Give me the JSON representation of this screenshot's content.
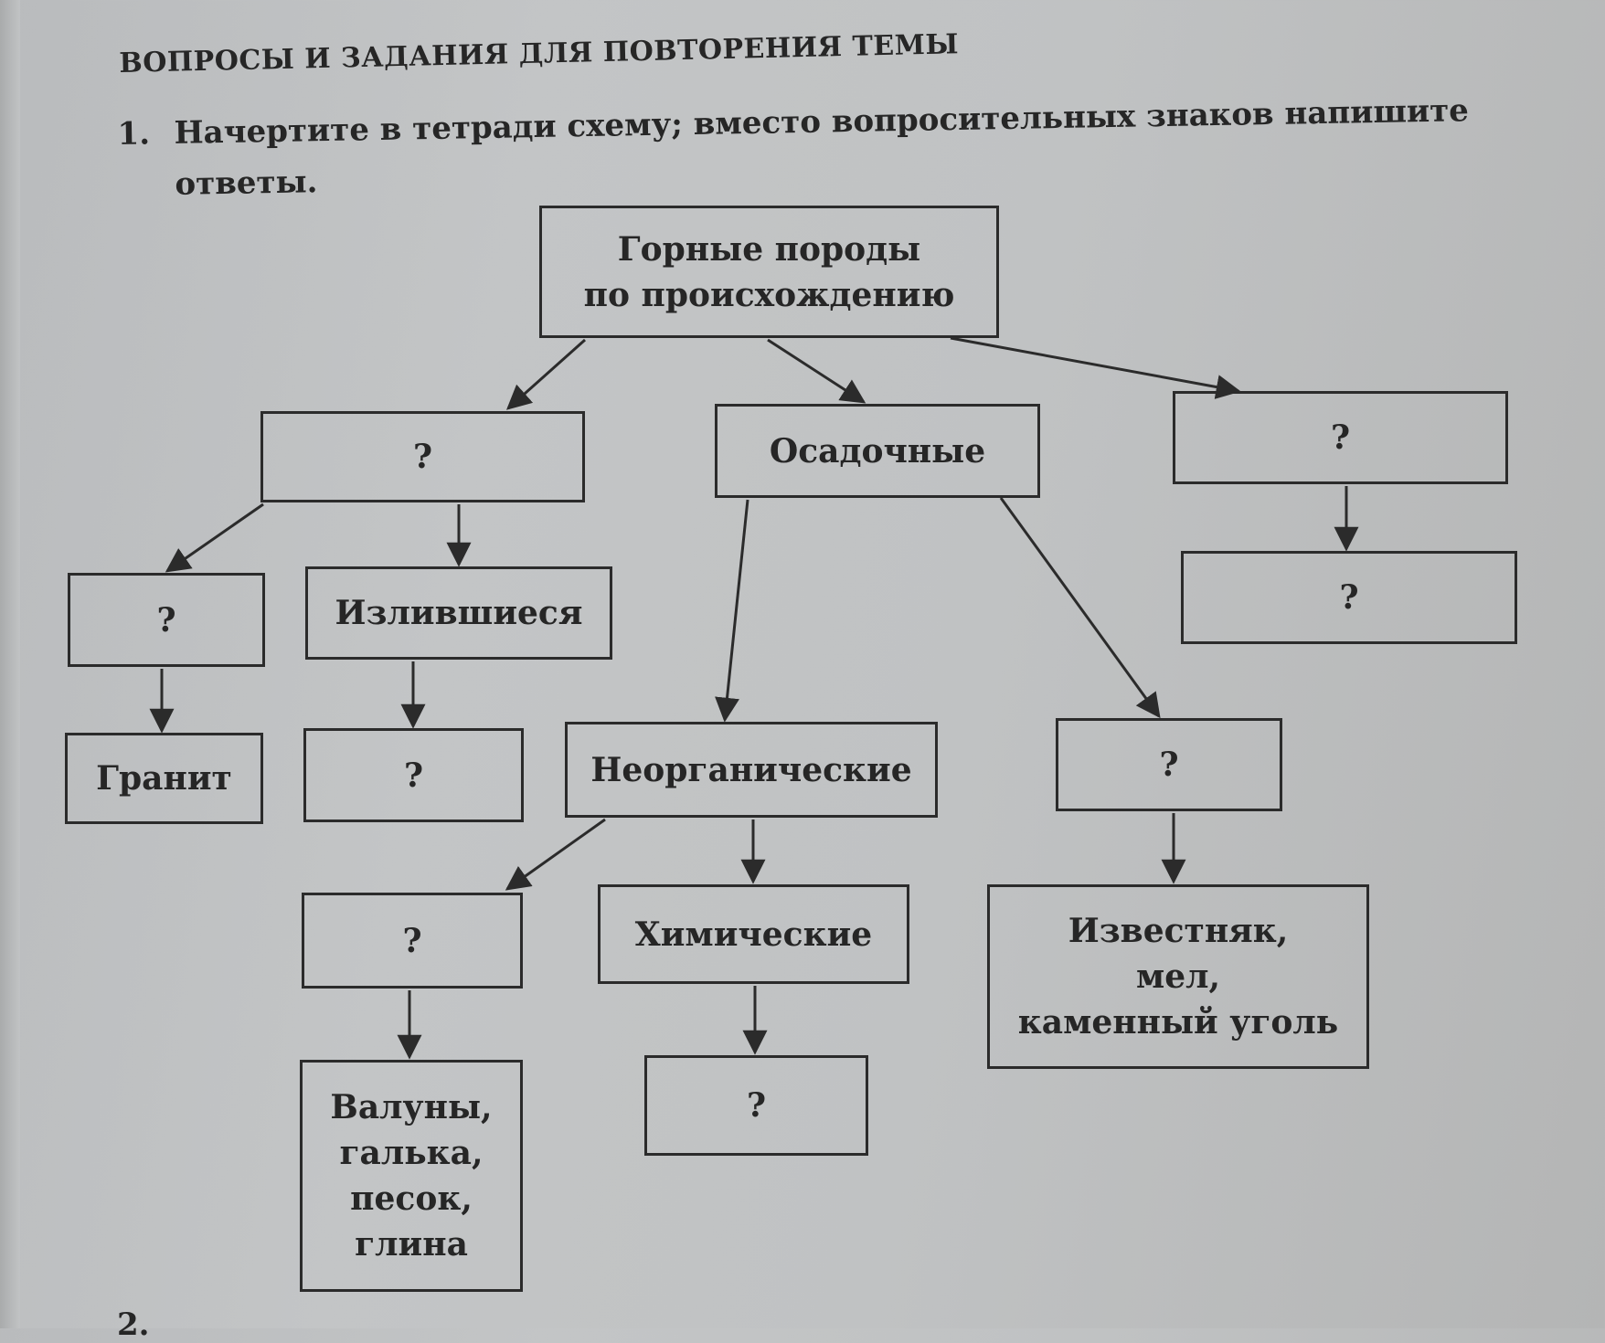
{
  "heading": "ВОПРОСЫ И ЗАДАНИЯ ДЛЯ ПОВТОРЕНИЯ ТЕМЫ",
  "task": {
    "number": "1.",
    "text_line1": "Начертите в тетради схему; вместо вопросительных знаков напишите",
    "text_line2": "ответы."
  },
  "diagram": {
    "root": "Горные породы\nпо происхождению",
    "level1": {
      "left": "?",
      "center": "Осадочные",
      "right": "?"
    },
    "left_branch": {
      "child_a": "?",
      "child_b": "Излившиеся",
      "child_a_example": "Гранит",
      "child_b_example": "?"
    },
    "center_branch": {
      "inorganic": "Неорганические",
      "organic": "?",
      "clastic": "?",
      "chemical": "Химические",
      "clastic_examples": "Валуны,\nгалька,\nпесок,\nглина",
      "chemical_examples": "?",
      "organic_examples": "Известняк,\nмел,\nкаменный уголь"
    },
    "right_branch": {
      "child": "?"
    }
  },
  "footer_fragment": "2."
}
